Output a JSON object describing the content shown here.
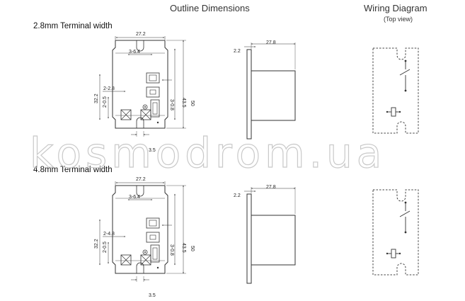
{
  "headers": {
    "outline": "Outline Dimensions",
    "wiring": "Wiring Diagram",
    "wiring_sub": "(Top view)"
  },
  "sections": [
    {
      "label": "2.8mm Terminal width",
      "dims": {
        "w27_2": "27.2",
        "d3_6_4": "3-6.4",
        "d2_2_8": "2-2.8",
        "d3_0_8": "3-0.8",
        "d2_0_5": "2-0.5",
        "h32_2": "32.2",
        "h43_5": "43.5",
        "h50": "50",
        "d3_5": "3.5",
        "s2_2": "2.2",
        "s27_8": "27.8"
      }
    },
    {
      "label": "4.8mm Terminal width",
      "dims": {
        "w27_2": "27.2",
        "d3_6_4": "3-6.4",
        "d2_2_8": "2-4.8",
        "d3_0_8": "3-0.8",
        "d2_0_5": "2-0.5",
        "h32_2": "32.2",
        "h43_5": "43.5",
        "h50": "50",
        "d3_5": "3.5",
        "s2_2": "2.2",
        "s27_8": "27.8"
      }
    }
  ],
  "watermark": "kosmodrom.ua"
}
